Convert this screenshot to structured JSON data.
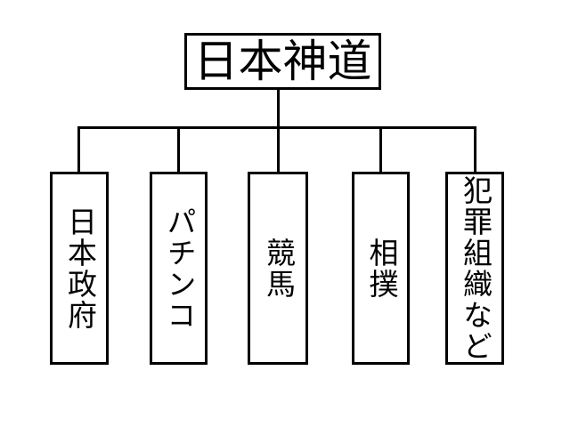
{
  "diagram": {
    "type": "org-chart",
    "root": {
      "label": "日本神道"
    },
    "children": [
      {
        "label": "日本政府"
      },
      {
        "label": "パチンコ"
      },
      {
        "label": "競馬"
      },
      {
        "label": "相撲"
      },
      {
        "label": "犯罪組織など"
      }
    ]
  },
  "colors": {
    "background": "#ffffff",
    "line": "#000000",
    "text": "#000000",
    "box_fill": "#ffffff"
  }
}
